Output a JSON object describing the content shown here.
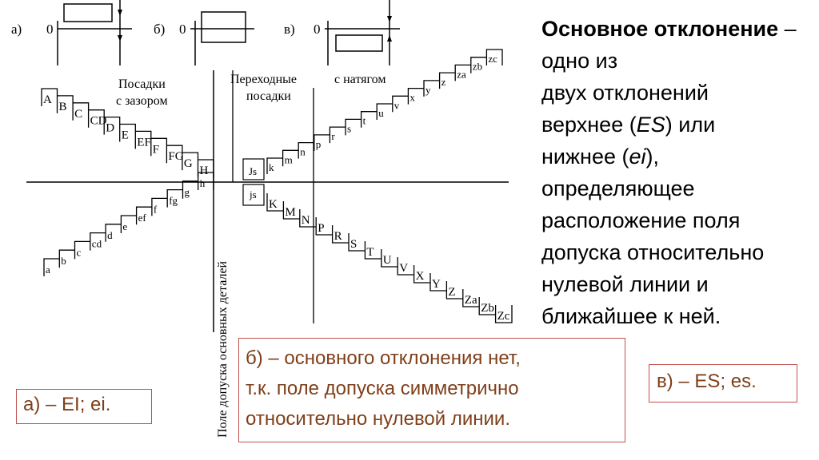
{
  "panels": {
    "a": {
      "label": "а)",
      "zero": "0"
    },
    "b": {
      "label": "б)",
      "zero": "0"
    },
    "c": {
      "label": "в)",
      "zero": "0"
    }
  },
  "groups": {
    "clearance_line1": "Посадки",
    "clearance_line2": "с зазором",
    "transition_line1": "Переходные",
    "transition_line2": "посадки",
    "interference": "с натягом"
  },
  "vertical_axis_label": "Поле допуска основных деталей",
  "holes_left": [
    "A",
    "B",
    "C",
    "CD",
    "D",
    "E",
    "EF",
    "F",
    "FG",
    "G",
    "H"
  ],
  "shafts_left": [
    "a",
    "b",
    "c",
    "cd",
    "d",
    "e",
    "ef",
    "f",
    "fg",
    "g",
    "h"
  ],
  "js_labels": {
    "upper": "Js",
    "lower": "js"
  },
  "shafts_right": [
    "k",
    "m",
    "n",
    "p",
    "r",
    "s",
    "t",
    "u",
    "v",
    "x",
    "y",
    "z",
    "za",
    "zb",
    "zc"
  ],
  "holes_right": [
    "K",
    "M",
    "N",
    "P",
    "R",
    "S",
    "T",
    "U",
    "V",
    "X",
    "Y",
    "Z",
    "Za",
    "Zb",
    "Zc"
  ],
  "definition": {
    "term": "Основное отклонение",
    "line1_rest": " – одно из",
    "line2": "двух отклонений",
    "line3_pre": "верхнее (",
    "line3_es": "ES",
    "line3_post": ") или",
    "line4_pre": "нижнее (",
    "line4_ei": "ei",
    "line4_post": "),",
    "line5": "определяющее",
    "line6": "расположение поля",
    "line7": "допуска относительно",
    "line8": "нулевой линии и",
    "line9": "ближайшее к ней."
  },
  "notes": {
    "a": "а) – EI; ei.",
    "b_line1": "б) – основного отклонения нет,",
    "b_line2": "т.к. поле допуска симметрично",
    "b_line3": "относительно нулевой линии.",
    "c": "в) – ES; es."
  }
}
